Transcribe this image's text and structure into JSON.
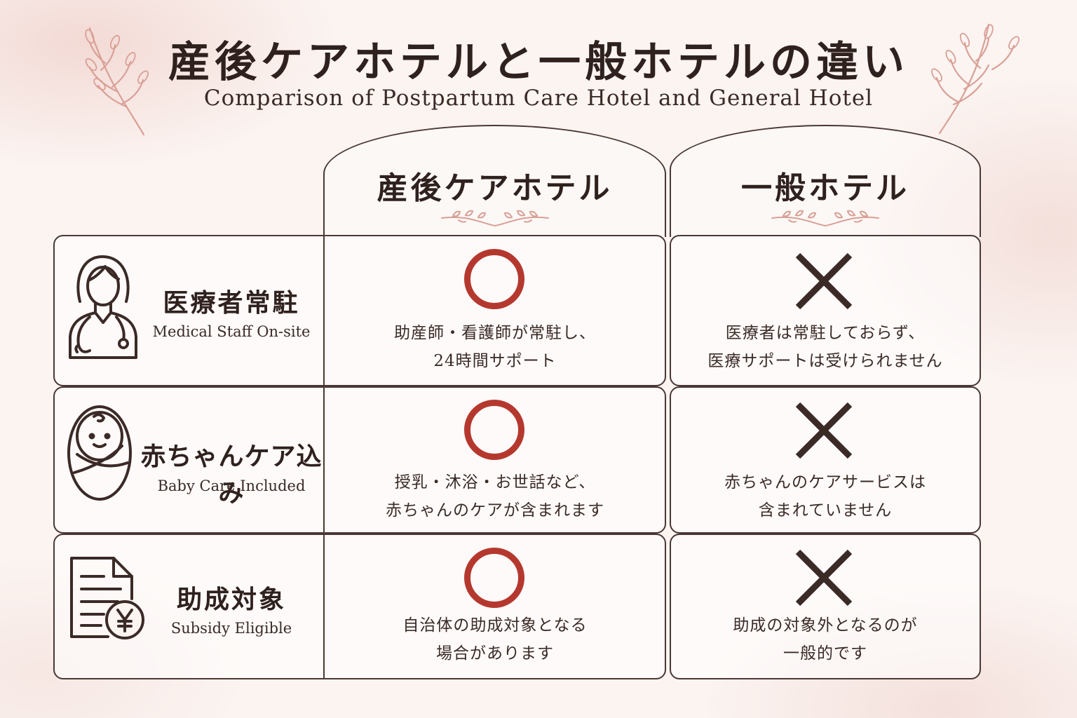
{
  "title_ja": "産後ケアホテルと一般ホテルの違い",
  "title_en": "Comparison of Postpartum Care Hotel and General Hotel",
  "columns": {
    "care_hotel": "産後ケアホテル",
    "general_hotel": "一般ホテル"
  },
  "rows": [
    {
      "icon": "nurse-icon",
      "label_ja": "医療者常駐",
      "label_en": "Medical Staff On-site",
      "care_mark": "circle",
      "care_text": [
        "助産師・看護師が常駐し、",
        "24時間サポート"
      ],
      "general_mark": "cross",
      "general_text": [
        "医療者は常駐しておらず、",
        "医療サポートは受けられません"
      ]
    },
    {
      "icon": "swaddled-baby-icon",
      "label_ja": "赤ちゃんケア込み",
      "label_en": "Baby Care Included",
      "care_mark": "circle",
      "care_text": [
        "授乳・沐浴・お世話など、",
        "赤ちゃんのケアが含まれます"
      ],
      "general_mark": "cross",
      "general_text": [
        "赤ちゃんのケアサービスは",
        "含まれていません"
      ]
    },
    {
      "icon": "document-yen-icon",
      "label_ja": "助成対象",
      "label_en": "Subsidy Eligible",
      "care_mark": "circle",
      "care_text": [
        "自治体の助成対象となる",
        "場合があります"
      ],
      "general_mark": "cross",
      "general_text": [
        "助成の対象外となるのが",
        "一般的です"
      ]
    }
  ],
  "colors": {
    "circle_mark": "#b5382e",
    "cross_mark": "#3b2a26",
    "border": "#4a3834",
    "decoration": "#d9a096"
  }
}
